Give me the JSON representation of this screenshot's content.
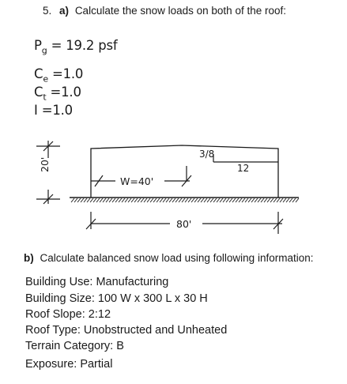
{
  "question": {
    "number": "5.",
    "part_a_label": "a)",
    "part_a_text": "Calculate the snow loads on both of the roof:"
  },
  "parameters": [
    {
      "symbol": "P",
      "sub": "g",
      "value": " = 19.2  psf"
    },
    {
      "symbol": "C",
      "sub": "e",
      "value": " =1.0"
    },
    {
      "symbol": "C",
      "sub": "t",
      "value": " =1.0"
    },
    {
      "symbol": "I",
      "sub": "",
      "value": "  =1.0"
    }
  ],
  "figure": {
    "height_label": "20'",
    "width_label": "W=40'",
    "length_label": "80'",
    "slope_rise": "3/8",
    "slope_run": "12"
  },
  "part_b": {
    "label": "b)",
    "text": "Calculate balanced snow load using following information:"
  },
  "info_lines": [
    "Building Use: Manufacturing",
    "Building Size: 100 W x 300 L x 30 H",
    "Roof Slope: 2:12",
    "Roof Type: Unobstructed and Unheated",
    "Terrain Category: B",
    "Exposure: Partial"
  ]
}
